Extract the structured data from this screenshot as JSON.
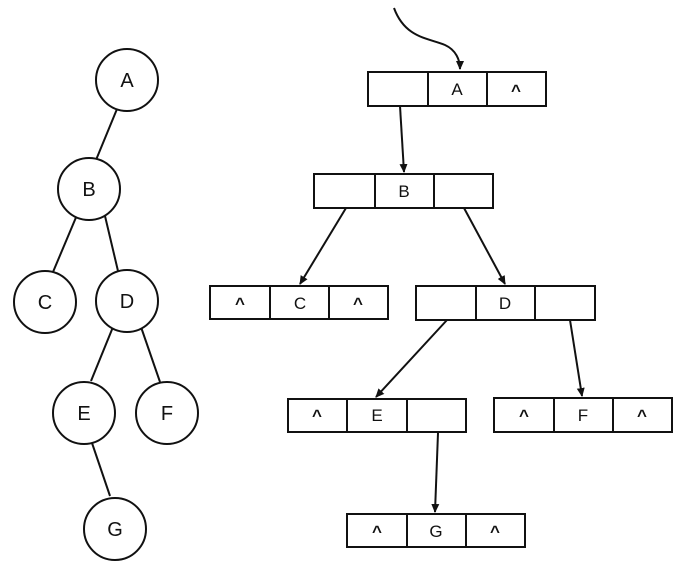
{
  "tree": {
    "nodes": [
      {
        "id": "A",
        "label": "A"
      },
      {
        "id": "B",
        "label": "B"
      },
      {
        "id": "C",
        "label": "C"
      },
      {
        "id": "D",
        "label": "D"
      },
      {
        "id": "E",
        "label": "E"
      },
      {
        "id": "F",
        "label": "F"
      },
      {
        "id": "G",
        "label": "G"
      }
    ],
    "edges": [
      [
        "A",
        "B"
      ],
      [
        "B",
        "C"
      ],
      [
        "B",
        "D"
      ],
      [
        "D",
        "E"
      ],
      [
        "D",
        "F"
      ],
      [
        "E",
        "G"
      ]
    ]
  },
  "linked_structure": {
    "null_symbol": "^",
    "records": [
      {
        "id": "A",
        "left": "",
        "data": "A",
        "right": "^"
      },
      {
        "id": "B",
        "left": "",
        "data": "B",
        "right": ""
      },
      {
        "id": "C",
        "left": "^",
        "data": "C",
        "right": "^"
      },
      {
        "id": "D",
        "left": "",
        "data": "D",
        "right": ""
      },
      {
        "id": "E",
        "left": "^",
        "data": "E",
        "right": ""
      },
      {
        "id": "F",
        "left": "^",
        "data": "F",
        "right": "^"
      },
      {
        "id": "G",
        "left": "^",
        "data": "G",
        "right": "^"
      }
    ],
    "pointers": [
      [
        "B",
        "left",
        "A"
      ],
      [
        "C",
        "left",
        "B"
      ],
      [
        "D",
        "right",
        "B"
      ],
      [
        "E",
        "left",
        "D"
      ],
      [
        "F",
        "right",
        "D"
      ],
      [
        "G",
        "right",
        "E"
      ]
    ]
  },
  "style": {
    "stroke": "#111111",
    "background": "#ffffff"
  }
}
